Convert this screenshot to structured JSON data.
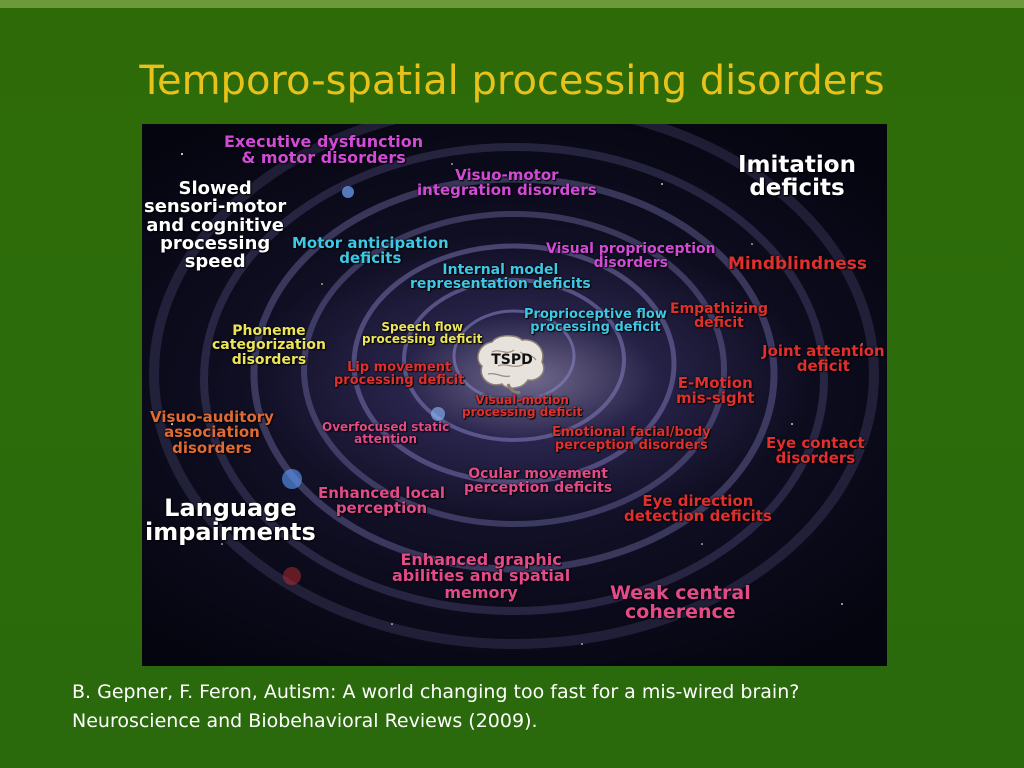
{
  "slide": {
    "title": "Temporo-spatial processing disorders",
    "caption_line1": "B. Gepner, F. Feron, Autism: A world changing too fast for a mis-wired brain?",
    "caption_line2": "Neuroscience and Biobehavioral Reviews (2009)."
  },
  "diagram": {
    "center_label": "TSPD",
    "center_icon": "brain-icon",
    "labels": {
      "executive": "Executive dysfunction\n& motor disorders",
      "slowed": "Slowed\nsensori-motor\nand cognitive\nprocessing\nspeed",
      "visuo_motor": "Visuo-motor\nintegration disorders",
      "imitation": "Imitation\ndeficits",
      "motor_anticipation": "Motor anticipation\ndeficits",
      "visual_proprioception": "Visual proprioception\ndisorders",
      "mindblindness": "Mindblindness",
      "internal_model": "Internal model\nrepresentation deficits",
      "proprioceptive_flow": "Proprioceptive flow\nprocessing deficit",
      "empathizing": "Empathizing\ndeficit",
      "phoneme": "Phoneme\ncategorization\ndisorders",
      "speech_flow": "Speech flow\nprocessing deficit",
      "joint_attention": "Joint attention\ndeficit",
      "lip_movement": "Lip movement\nprocessing deficit",
      "emotion": "E-Motion\nmis-sight",
      "visual_motion": "Visual-motion\nprocessing deficit",
      "visuo_auditory": "Visuo-auditory\nassociation\ndisorders",
      "overfocused": "Overfocused static\nattention",
      "emotional_facial": "Emotional facial/body\nperception disorders",
      "eye_contact": "Eye contact\ndisorders",
      "ocular": "Ocular movement\nperception deficits",
      "enhanced_local": "Enhanced local\nperception",
      "eye_direction": "Eye direction\ndetection deficits",
      "language": "Language\nimpairments",
      "enhanced_graphic": "Enhanced graphic\nabilities and spatial\nmemory",
      "weak_central": "Weak central\ncoherence"
    }
  },
  "colors": {
    "background": "#2d6c0a",
    "title": "#e8c21a",
    "pink": "#d24bd8",
    "cyan": "#3fc8e6",
    "red": "#e0302e",
    "yellow": "#ece55a",
    "orange": "#e06a34"
  }
}
